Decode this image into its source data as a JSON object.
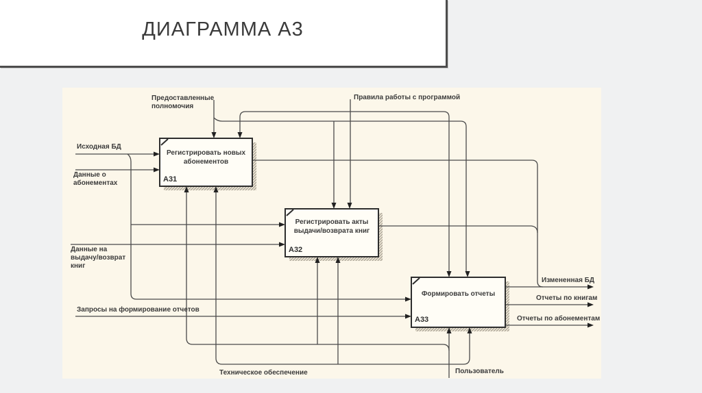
{
  "page_title": "ДИАГРАММА А3",
  "diagram": {
    "boxes": [
      {
        "id": "А31",
        "label": "Регистрировать новых абонементов"
      },
      {
        "id": "А32",
        "label": "Регистрировать акты выдачи/возврата книг"
      },
      {
        "id": "А33",
        "label": "Формировать отчеты"
      }
    ],
    "arrows": {
      "controls": [
        {
          "label": "Предоставленные полномочия",
          "targets": [
            "А31",
            "А32",
            "А33"
          ]
        },
        {
          "label": "Правила работы с программой",
          "targets": [
            "А31",
            "А32",
            "А33"
          ]
        }
      ],
      "inputs": [
        {
          "label": "Исходная БД",
          "targets": [
            "А31",
            "А32",
            "А33"
          ]
        },
        {
          "label": "Данные о абонементах",
          "targets": [
            "А31"
          ]
        },
        {
          "label": "Данные на выдачу/возврат книг",
          "targets": [
            "А32"
          ]
        },
        {
          "label": "Запросы на формирование отчетов",
          "targets": [
            "А33"
          ]
        }
      ],
      "outputs": [
        {
          "label": "Измененная БД",
          "sources": [
            "А31",
            "А32",
            "А33"
          ]
        },
        {
          "label": "Отчеты по книгам",
          "sources": [
            "А33"
          ]
        },
        {
          "label": "Отчеты по абонементам",
          "sources": [
            "А33"
          ]
        }
      ],
      "mechanisms": [
        {
          "label": "Пользователь",
          "targets": [
            "А31",
            "А32",
            "А33"
          ]
        },
        {
          "label": "Техническое обеспечение",
          "targets": [
            "А31",
            "А32",
            "А33"
          ]
        }
      ]
    }
  }
}
